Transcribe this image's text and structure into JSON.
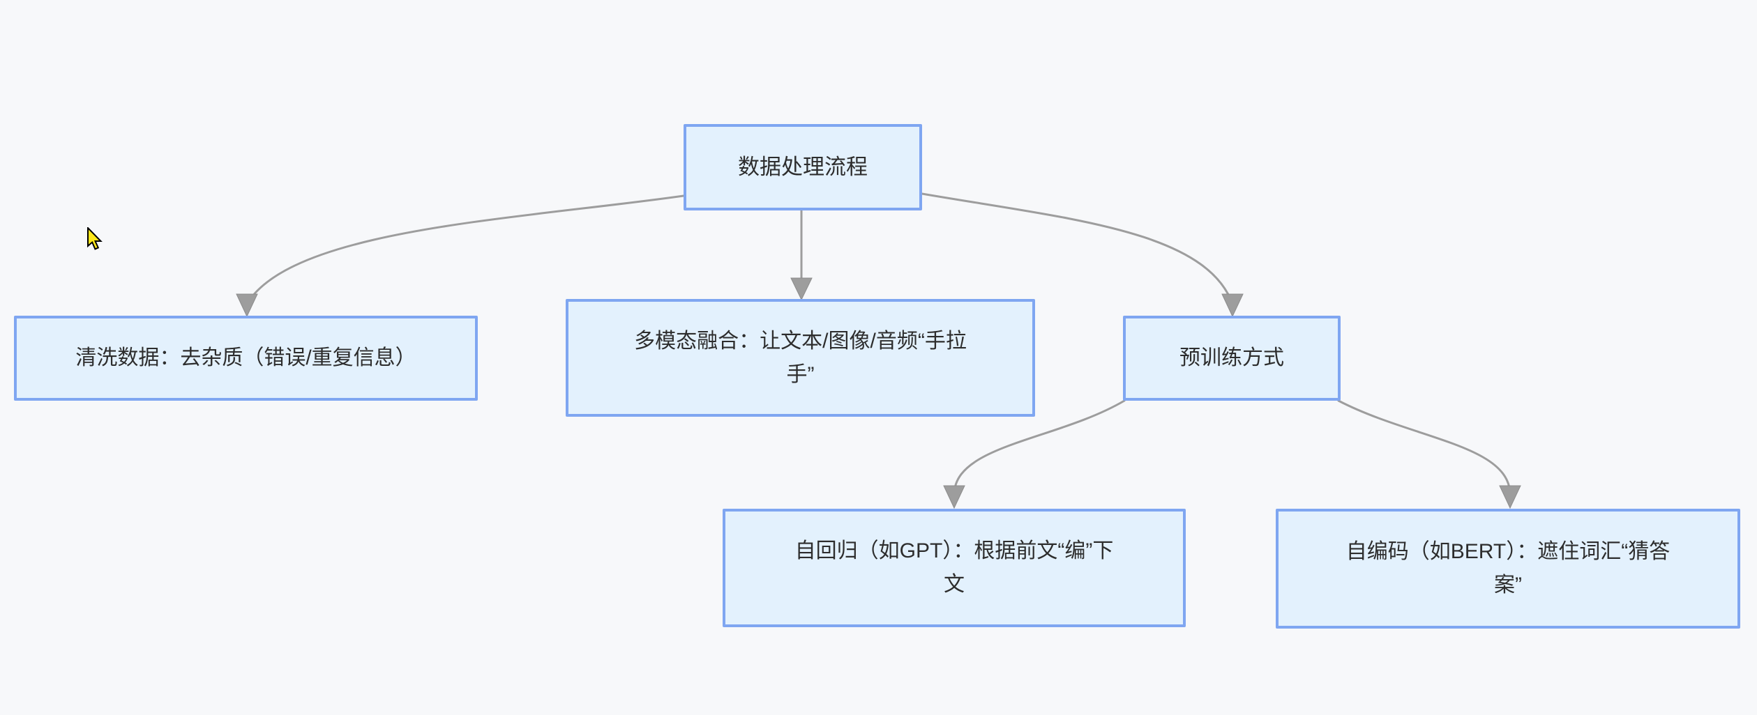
{
  "diagram": {
    "type": "mindmap-flowchart",
    "root_label": "数据处理流程",
    "nodes": [
      {
        "id": "root",
        "label": "数据处理流程"
      },
      {
        "id": "clean",
        "label": "清洗数据：去杂质（错误/重复信息）"
      },
      {
        "id": "multimodal",
        "label": "多模态融合：让文本/图像/音频“手拉\n手”"
      },
      {
        "id": "pretrain",
        "label": "预训练方式"
      },
      {
        "id": "autoregressive",
        "label": "自回归（如GPT）：根据前文“编”下\n文"
      },
      {
        "id": "autoencode",
        "label": "自编码（如BERT）：遮住词汇“猜答\n案”"
      }
    ],
    "edges": [
      {
        "from": "root",
        "to": "clean",
        "arrow": "down"
      },
      {
        "from": "root",
        "to": "multimodal",
        "arrow": "down"
      },
      {
        "from": "root",
        "to": "pretrain",
        "arrow": "down"
      },
      {
        "from": "pretrain",
        "to": "autoregressive",
        "arrow": "down"
      },
      {
        "from": "pretrain",
        "to": "autoencode",
        "arrow": "down"
      }
    ],
    "colors": {
      "background": "#f7f8fa",
      "node_fill": "#e3f1fd",
      "node_border": "#7fa6f1",
      "edge": "#9d9d9d",
      "text": "#2d2d2d",
      "cursor_fill": "#ffe81a",
      "cursor_outline": "#000000"
    }
  }
}
